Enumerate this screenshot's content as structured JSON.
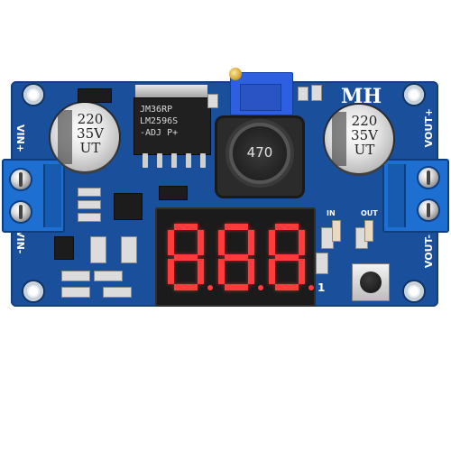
{
  "board": {
    "brand": "MH",
    "vin_plus": "VIN+",
    "vin_minus": "VIN-",
    "vout_plus": "VOUT+",
    "vout_minus": "VOUT-",
    "in_label": "IN",
    "out_label": "OUT",
    "pin_label": "1"
  },
  "capacitor_left": {
    "line1": "220",
    "line2": "35V",
    "line3": "UT"
  },
  "capacitor_right": {
    "line1": "220",
    "line2": "35V",
    "line3": "UT"
  },
  "regulator": {
    "line1": "JM36RP",
    "line2": "LM2596S",
    "line3": "-ADJ  P+"
  },
  "inductor": {
    "value": "470"
  },
  "display": {
    "digits": [
      "8",
      "8",
      "8"
    ],
    "color": "#ff3b3b"
  },
  "colors": {
    "pcb": "#1a4f9c",
    "terminal": "#1d6fd1",
    "silkscreen": "#ffffff"
  }
}
